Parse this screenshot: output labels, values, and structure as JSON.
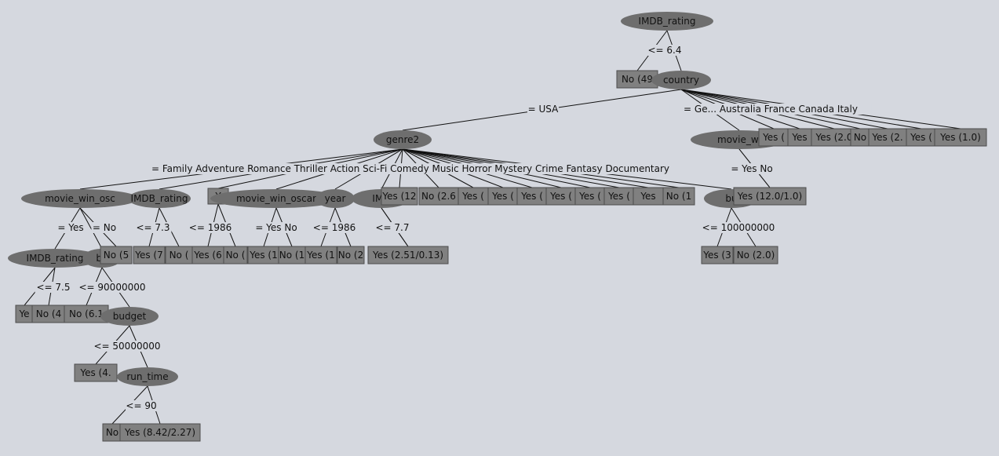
{
  "colors": {
    "background": "#d5d8df",
    "split_node": "#6e6e6e",
    "leaf_node": "#808080",
    "text": "#111111"
  },
  "nodes": {
    "root": "IMDB_rating",
    "root_no": "No (49",
    "country": "country",
    "genre2": "genre2",
    "mwo_a": "movie_win_osc",
    "imdb_b": "IMDB_rating",
    "yy": "Y",
    "mwo_c": "movie_win_oscar",
    "year": "year",
    "imdb_g": "IMD",
    "g_l1": "Yes (12",
    "g_l2": "No (2.6",
    "g_l3": "Yes (",
    "g_l4": "Yes (",
    "g_l5": "Yes (",
    "g_l6": "Yes (",
    "g_l7": "Yes (",
    "g_l8": "Yes (",
    "g_l9": "Yes",
    "g_l10": "No (1",
    "g_bu": "bu",
    "mwo_r": "movie_wi",
    "r_y1": "Yes (",
    "r_y2": "Yes",
    "r_y3": "Yes (2.0",
    "r_no": "No",
    "r_y4": "Yes (2.",
    "r_y5": "Yes (",
    "r_y6": "Yes (1.0)",
    "r_y12": "Yes (12.0/1.0)",
    "imdb_a2": "IMDB_rating",
    "bu_a": "bu",
    "no5": "No (5",
    "y7": "Yes (7",
    "no2b": "No (",
    "y6": "Yes (6",
    "no_c": "No (",
    "y1c": "Yes (1",
    "no1c": "No (1",
    "y1d": "Yes (1",
    "no2d": "No (2",
    "yg": "Yes (2.51/0.13)",
    "ye": "Ye",
    "no4": "No (4",
    "no6": "No (6.1",
    "budget": "budget",
    "yes4": "Yes (4.",
    "run_time": "run_time",
    "nl": "No",
    "y842": "Yes (8.42/2.27)",
    "bu_y3": "Yes (3",
    "bu_no2": "No (2.0)"
  },
  "edge_labels": {
    "root_le": "<= 6.4",
    "root_gt": "<= 6.4",
    "usa": "= USA",
    "country_rest": "= Ge... Australia France Canada Italy",
    "genres": "= Family Adventure Romance Thriller Action Sci-Fi Comedy Music Horror Mystery Crime Fantasy Documentary",
    "mwo_yes": "= Yes",
    "mwo_no": "= No",
    "imdb_b": "<= 7.3",
    "yy": "<= 1986",
    "mwo_c": "= Yes No",
    "year": "<= 1986",
    "imdb_g": "<= 7.7",
    "mwo_r": "= Yes No",
    "bu_r": "<= 100000000",
    "imdb_a2": "<= 7.5",
    "bu_a": "<= 90000000",
    "budget": "<= 50000000",
    "run_time": "<= 90"
  }
}
